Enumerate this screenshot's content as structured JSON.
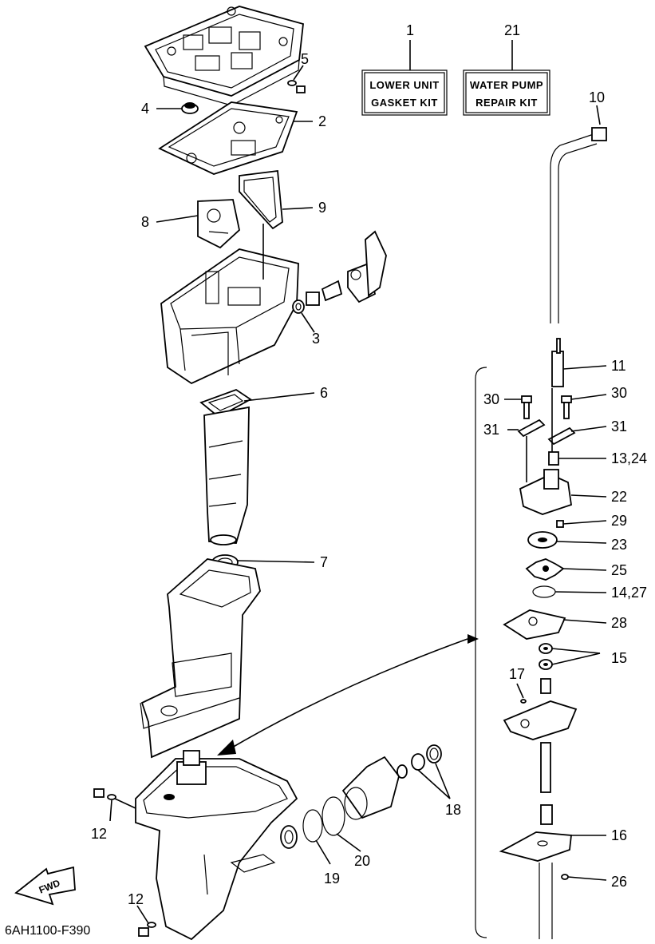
{
  "diagram_code": "6AH1100-F390",
  "kits": {
    "lower_unit": {
      "number": "1",
      "line1": "LOWER UNIT",
      "line2": "GASKET KIT"
    },
    "water_pump": {
      "number": "21",
      "line1": "WATER PUMP",
      "line2": "REPAIR KIT"
    }
  },
  "fwd_label": "FWD",
  "callouts": {
    "c2": "2",
    "c3": "3",
    "c4": "4",
    "c5": "5",
    "c6": "6",
    "c7": "7",
    "c8": "8",
    "c9": "9",
    "c10": "10",
    "c11": "11",
    "c12a": "12",
    "c12b": "12",
    "c13_24": "13,24",
    "c14_27": "14,27",
    "c15": "15",
    "c16": "16",
    "c17": "17",
    "c18": "18",
    "c19": "19",
    "c20": "20",
    "c22": "22",
    "c23": "23",
    "c25": "25",
    "c26": "26",
    "c28": "28",
    "c29": "29",
    "c30a": "30",
    "c30b": "30",
    "c31a": "31",
    "c31b": "31"
  },
  "colors": {
    "ink": "#000000",
    "paper": "#ffffff"
  }
}
